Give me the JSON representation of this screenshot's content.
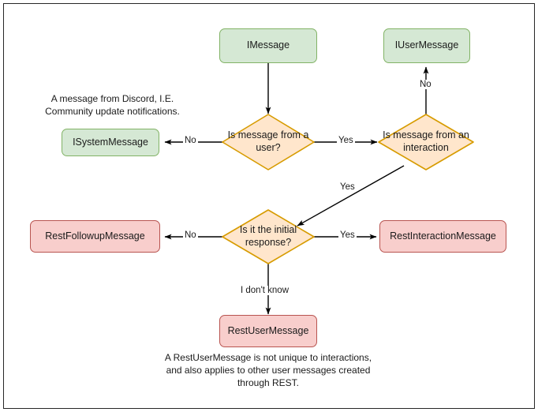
{
  "diagram": {
    "title": "Discord message type decision flowchart",
    "colors": {
      "green_fill": "#d5e8d4",
      "green_stroke": "#82b366",
      "orange_fill": "#ffe6cc",
      "orange_stroke": "#d79b00",
      "pink_fill": "#f8cecc",
      "pink_stroke": "#b85450",
      "edge_stroke": "#000000",
      "frame_stroke": "#262626",
      "background": "#ffffff"
    },
    "nodes": {
      "imessage": {
        "label": "IMessage",
        "shape": "rounded-rect",
        "color": "green"
      },
      "iusermessage": {
        "label": "IUserMessage",
        "shape": "rounded-rect",
        "color": "green"
      },
      "isystemmessage": {
        "label": "ISystemMessage",
        "shape": "rounded-rect",
        "color": "green"
      },
      "is_from_user": {
        "label": "Is message from a user?",
        "shape": "diamond",
        "color": "orange"
      },
      "is_from_interaction": {
        "label": "Is message from an interaction",
        "shape": "diamond",
        "color": "orange"
      },
      "is_initial_response": {
        "label": "Is it the initial response?",
        "shape": "diamond",
        "color": "orange"
      },
      "restfollowupmessage": {
        "label": "RestFollowupMessage",
        "shape": "rounded-rect",
        "color": "pink"
      },
      "restinteractionmessage": {
        "label": "RestInteractionMessage",
        "shape": "rounded-rect",
        "color": "pink"
      },
      "restusermessage": {
        "label": "RestUserMessage",
        "shape": "rounded-rect",
        "color": "pink"
      }
    },
    "edge_labels": {
      "user_no": "No",
      "user_yes": "Yes",
      "interaction_no": "No",
      "interaction_yes": "Yes",
      "initial_no": "No",
      "initial_yes": "Yes",
      "initial_unknown": "I don't know"
    },
    "notes": {
      "system_message_note": "A message from Discord, I.E.\nCommunity update notifications.",
      "rest_user_message_note": "A RestUserMessage is not unique to interactions,\nand also applies to other user messages created\nthrough REST."
    }
  }
}
